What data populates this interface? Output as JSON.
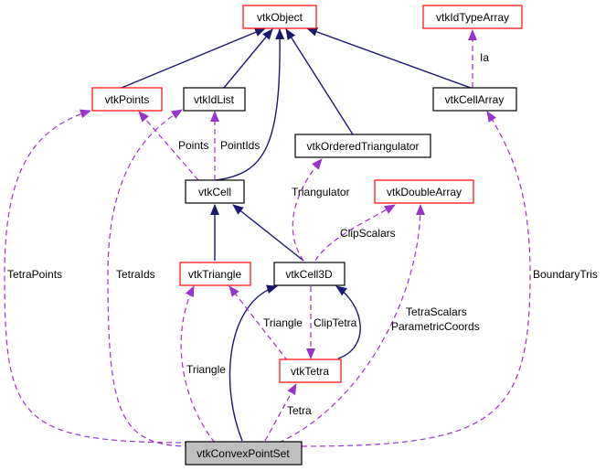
{
  "colors": {
    "inherit": "#191970",
    "usage": "#9a32cd",
    "undocumented_border": "#ff0000",
    "documented_border": "#000000",
    "current_fill": "#bfbfbf"
  },
  "nodes": {
    "vtkObject": "vtkObject",
    "vtkIdTypeArray": "vtkIdTypeArray",
    "vtkPoints": "vtkPoints",
    "vtkIdList": "vtkIdList",
    "vtkCellArray": "vtkCellArray",
    "vtkOrderedTriangulator": "vtkOrderedTriangulator",
    "vtkCell": "vtkCell",
    "vtkDoubleArray": "vtkDoubleArray",
    "vtkTriangle": "vtkTriangle",
    "vtkCell3D": "vtkCell3D",
    "vtkTetra": "vtkTetra",
    "vtkConvexPointSet": "vtkConvexPointSet"
  },
  "edge_labels": {
    "ia": "Ia",
    "points": "Points",
    "point_ids": "PointIds",
    "triangulator": "Triangulator",
    "clip_scalars": "ClipScalars",
    "tetra_points": "TetraPoints",
    "tetra_ids": "TetraIds",
    "boundary_tris": "BoundaryTris",
    "triangle_a": "Triangle",
    "clip_tetra": "ClipTetra",
    "tetra_scalars": "TetraScalars",
    "parametric_coords": "ParametricCoords",
    "triangle_b": "Triangle",
    "tetra": "Tetra"
  }
}
